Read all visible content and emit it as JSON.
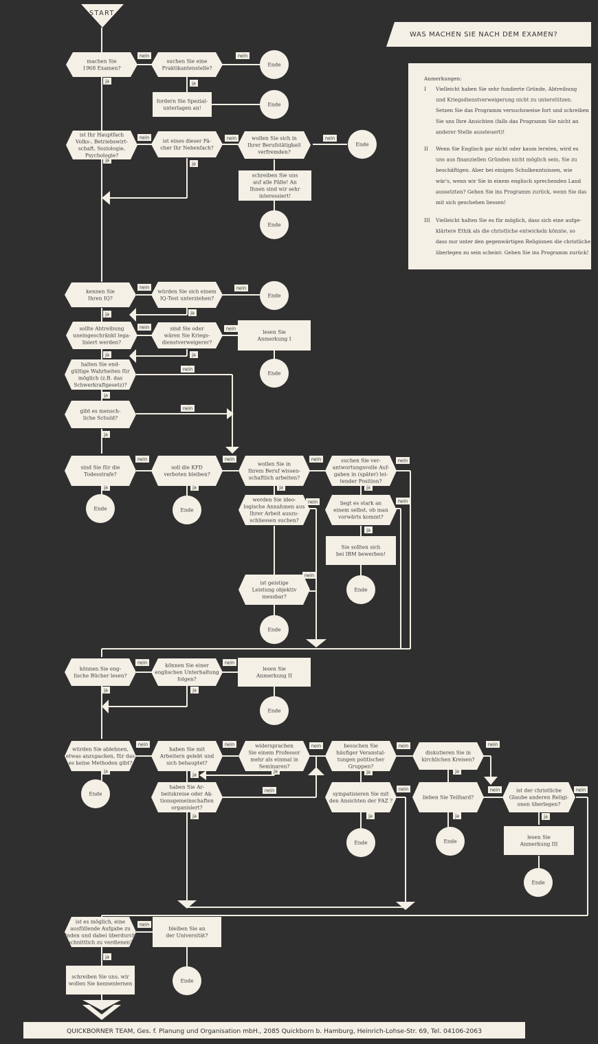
{
  "title": "WAS MACHEN SIE NACH DEM EXAMEN?",
  "start": "START",
  "notes": {
    "header": "Anmerkungen:",
    "n1": "I",
    "n1_lines": [
      "Vielleicht haben Sie sehr fundierte Gründe, Abtreibung",
      "und Kriegsdienstverweigerung nicht zu unterstützen.",
      "Setzen Sie das Programm versuchsweise fort und schreiben",
      "Sie uns Ihre Ansichten (falls das Programm Sie nicht an",
      "anderer Stelle aussteuert)!"
    ],
    "n2": "II",
    "n2_lines": [
      "Wenn Sie Englisch gar nicht oder kaum lernten, wird es",
      "uns aus finanziellen Gründen nicht möglich sein, Sie zu",
      "beschäftigen. Aber bei einigen Schulkenntnissen, wie",
      "wär's, wenn wir Sie in einem englisch sprechenden Land",
      "aussetzten? Gehen Sie ins Programm zurück, wenn Sie das",
      "mit sich geschehen liessen!"
    ],
    "n3": "III",
    "n3_lines": [
      "Vielleicht halten Sie es für möglich, dass sich eine aufge-",
      "klärtere Ethik als die christliche entwickeln könnte, so",
      "dass nur unter den gegenwärtigen Religionen die christliche",
      "überlegen zu sein scheint: Gehen Sie ins Programm zurück!"
    ]
  },
  "tags": {
    "nein": "nein",
    "ja": "ja"
  },
  "ende": "Ende",
  "q": {
    "q1": [
      "machen Sie",
      "1968 Examen?"
    ],
    "q2": [
      "suchen Sie eine",
      "Praktikantenstelle?"
    ],
    "b1": [
      "fordern Sie Spezial-",
      "unterlagen an!"
    ],
    "q3": [
      "ist Ihr Hauptfach",
      "Volks-, Betriebswirt-",
      "schaft, Soziologie,",
      "Psychologie?"
    ],
    "q4": [
      "ist eines dieser Fä-",
      "cher Ihr Nebenfach?"
    ],
    "q5": [
      "wollen Sie sich in",
      "Ihrer Berufstätigkeit",
      "verfremden?"
    ],
    "b2": [
      "schreiben Sie uns",
      "auf alle Fälle! An",
      "Ihnen sind wir sehr",
      "interessiert!"
    ],
    "q6": [
      "kennen Sie",
      "Ihren IQ?"
    ],
    "q7": [
      "würden Sie sich einem",
      "IQ-Test unterziehen?"
    ],
    "q8": [
      "sollte Abtreibung",
      "uneingeschränkt lega-",
      "lisiert werden?"
    ],
    "q9": [
      "sind Sie oder",
      "wären Sie Kriegs-",
      "dienstverweigerer?"
    ],
    "b3": [
      "lesen Sie",
      "Anmerkung I"
    ],
    "q10": [
      "halten Sie end-",
      "gültige Wahrheiten für",
      "möglich (z.B. das",
      "Schwerkraftgesetz)?"
    ],
    "q11": [
      "gibt es mensch-",
      "liche Schuld?"
    ],
    "q12": [
      "sind Sie für die",
      "Todesstrafe?"
    ],
    "q13": [
      "soll die KPD",
      "verboten bleiben?"
    ],
    "q14": [
      "wollen Sie in",
      "Ihrem Beruf wissen-",
      "schaftlich arbeiten?"
    ],
    "q15": [
      "suchen Sie ver-",
      "antwortungsvolle Auf-",
      "gaben in (später) lei-",
      "tender Position?"
    ],
    "q16": [
      "werden Sie ideo-",
      "logische Annahmen aus",
      "Ihrer Arbeit auszu-",
      "schliessen suchen?"
    ],
    "q17": [
      "liegt es stark an",
      "einem selbst, ob man",
      "vorwärts kommt?"
    ],
    "b4": [
      "Sie sollten sich",
      "bei IBM bewerben!"
    ],
    "q18": [
      "ist geistige",
      "Leistung objektiv",
      "messbar?"
    ],
    "q19": [
      "können Sie eng-",
      "lische Bücher lesen?"
    ],
    "q20": [
      "können Sie einer",
      "englischen Unterhaltung",
      "folgen?"
    ],
    "b5": [
      "lesen Sie",
      "Anmerkung II"
    ],
    "q21": [
      "würden Sie ablehnen,",
      "etwas anzupacken, für das",
      "es keine Methoden gibt?"
    ],
    "q22": [
      "haben Sie mit",
      "Arbeitern gelebt und",
      "sich behauptet?"
    ],
    "q23": [
      "widersprachen",
      "Sie einem Professor",
      "mehr als einmal in",
      "Seminaren?"
    ],
    "q24": [
      "besuchen Sie",
      "häufiger Veranstal-",
      "tungen politischer",
      "Gruppen?"
    ],
    "q25": [
      "diskutieren Sie in",
      "kirchlichen Kreisen?"
    ],
    "q26": [
      "haben Sie Ar-",
      "beitskreise oder Ak-",
      "tionsgemeinschaften",
      "organisiert?"
    ],
    "q27": [
      "sympatisieren Sie mit",
      "den Ansichten der FAZ ?"
    ],
    "q28": [
      "lieben Sie Teilhard?"
    ],
    "q29": [
      "ist der christliche",
      "Glaube anderen Religi-",
      "onen überlegen?"
    ],
    "b6": [
      "lesen Sie",
      "Anmerkung III"
    ],
    "q30": [
      "ist es möglich, eine",
      "ausfüllende Aufgabe zu",
      "finden und dabei überdurch-",
      "schnittlich zu verdienen?"
    ],
    "q31": [
      "bleiben Sie an",
      "der Universität?"
    ],
    "b7": [
      "schreiben Sie uns, wir",
      "wollen Sie kennenlernen"
    ]
  },
  "footer": "QUICKBORNER TEAM, Ges. f. Planung und Organisation mbH., 2085 Quickborn b. Hamburg, Heinrich-Lohse-Str. 69, Tel. 04106-2063"
}
